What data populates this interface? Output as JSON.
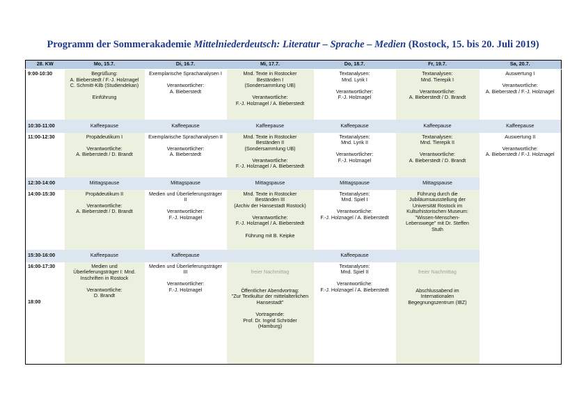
{
  "title": {
    "prefix": "Programm der Sommerakademie ",
    "italic": "Mittelniederdeutsch: Literatur – Sprache – Medien",
    "suffix": " (Rostock, 15. bis 20. Juli 2019)"
  },
  "header": [
    "28. KW",
    "Mo, 15.7.",
    "Di, 16.7.",
    "Mi, 17.7.",
    "Do, 18.7.",
    "Fr, 19.7.",
    "Sa, 20.7."
  ],
  "rows": {
    "r1": {
      "time": "9:00-10:30",
      "mo": {
        "l1": "Begrüßung:",
        "l2": "A. Bieberstedt / F.-J. Holznagel",
        "l3": "C. Schmitt-Kilb (Studiendekan)",
        "l4": "Einführung"
      },
      "di": {
        "l1": "Exemplarische Sprachanalysen I",
        "l2": "Verantwortlicher:",
        "l3": "A. Bieberstedt"
      },
      "mi": {
        "l1": "Mnd. Texte in Rostocker",
        "l2": "Beständen I",
        "l3": "(Sondersammlung UB)",
        "l4": "Verantwortliche:",
        "l5": "F.-J. Holznagel / A. Bieberstedt"
      },
      "do": {
        "l1": "Textanalysen:",
        "l2": "Mnd. Lyrik I",
        "l3": "Verantwortlicher:",
        "l4": "F.-J. Holznagel"
      },
      "fr": {
        "l1": "Textanalysen:",
        "l2": "Mnd. Tierepik I",
        "l3": "Verantwortliche:",
        "l4": "A. Bieberstedt / D. Brandt"
      },
      "sa": {
        "l1": "Auswertung I",
        "l2": "Verantwortliche:",
        "l3": "A. Bieberstedt / F.-J. Holznagel"
      }
    },
    "p1": {
      "time": "10:30-11:00",
      "mo": "Kaffeepause",
      "di": "Kaffeepause",
      "mi": "Kaffeepause",
      "do": "Kaffeepause",
      "fr": "Kaffeepause",
      "sa": "Kaffeepause"
    },
    "r2": {
      "time": "11:00-12:30",
      "mo": {
        "l1": "Propädeutikum I",
        "l2": "Verantwortliche:",
        "l3": "A. Bieberstedt / D. Brandt"
      },
      "di": {
        "l1": "Exemplarische Sprachanalysen II",
        "l2": "Verantwortlicher:",
        "l3": "A. Bieberstedt"
      },
      "mi": {
        "l1": "Mnd. Texte in Rostocker",
        "l2": "Beständen II",
        "l3": "(Sondersammlung UB)",
        "l4": "Verantwortliche:",
        "l5": "F.-J. Holznagel / A. Bieberstedt"
      },
      "do": {
        "l1": "Textanalysen:",
        "l2": "Mnd. Lyrik II",
        "l3": "Verantwortlicher:",
        "l4": "F.-J. Holznagel"
      },
      "fr": {
        "l1": "Textanalysen:",
        "l2": "Mnd. Tierepik II",
        "l3": "Verantwortliche:",
        "l4": "A. Bieberstedt / D. Brandt"
      },
      "sa": {
        "l1": "Auswertung II",
        "l2": "Verantwortliche:",
        "l3": "A. Bieberstedt / F.-J. Holznagel"
      }
    },
    "p2": {
      "time": "12:30-14:00",
      "mo": "Mittagspause",
      "di": "Mittagspause",
      "mi": "Mittagspause",
      "do": "Mittagspause",
      "fr": "Mittagspause"
    },
    "r3": {
      "time": "14:00-15:30",
      "mo": {
        "l1": "Propädeutikum II",
        "l2": "Verantwortliche:",
        "l3": "A. Bieberstedt / D. Brandt"
      },
      "di": {
        "l1": "Medien und Überlieferungsträger",
        "l2": "II",
        "l3": "Verantwortlicher:",
        "l4": "F.-J. Holznagel"
      },
      "mi": {
        "l1": "Mnd. Texte in Rostocker",
        "l2": "Beständen III",
        "l3": "(Archiv der Hansestadt Rostock)",
        "l4": "Verantwortliche:",
        "l5": "F.-J. Holznagel / A. Bieberstedt",
        "l6": "Führung mit B. Keipke"
      },
      "do": {
        "l1": "Textanalysen:",
        "l2": "Mnd. Spiel I",
        "l3": "Verantwortliche:",
        "l4": "F.-J. Holznagel / A. Bieberstedt"
      },
      "fr": {
        "l1": "Führung durch die",
        "l2": "Jubiläumsausstellung der",
        "l3": "Universität Rostock im",
        "l4": "Kulturhistorischen Museum:",
        "l5": "\"Wissen-Menschen-",
        "l6": "Lebenswege\" mit Dr. Steffen",
        "l7": "Stuth"
      }
    },
    "p3": {
      "time": "15:30-16:00",
      "mo": "Kaffeepause",
      "di": "Kaffeepause",
      "do": "Kaffeepause"
    },
    "r4": {
      "time": "16:00-17:30",
      "time2": "18:00",
      "mo": {
        "l1": "Medien und",
        "l2": "Überlieferungsträger I: Mnd.",
        "l3": "Inschriften in Rostock",
        "l4": "Verantwortliche:",
        "l5": "D. Brandt"
      },
      "di": {
        "l1": "Medien und Überlieferungsträger",
        "l2": "III",
        "l3": "Verantwortlicher:",
        "l4": "F.-J. Holznagel"
      },
      "mi": {
        "l1": "freier Nachmittag",
        "l2": "Öffentlicher Abendvortrag:",
        "l3": "\"Zur Textkultur der mittelalterlichen",
        "l4": "Hansestadt\"",
        "l5": "Vortragende:",
        "l6": "Prof. Dr. Ingrid Schröder",
        "l7": "(Hamburg)"
      },
      "do": {
        "l1": "Textanalysen:",
        "l2": "Mnd. Spiel II",
        "l3": "Verantwortliche:",
        "l4": "F.-J. Holznagel / A. Bieberstedt"
      },
      "fr": {
        "l1": "freier Nachmittag",
        "l2": "Abschlussabend im",
        "l3": "Internationalen",
        "l4": "Begegnungszentrum (IBZ)"
      }
    }
  }
}
